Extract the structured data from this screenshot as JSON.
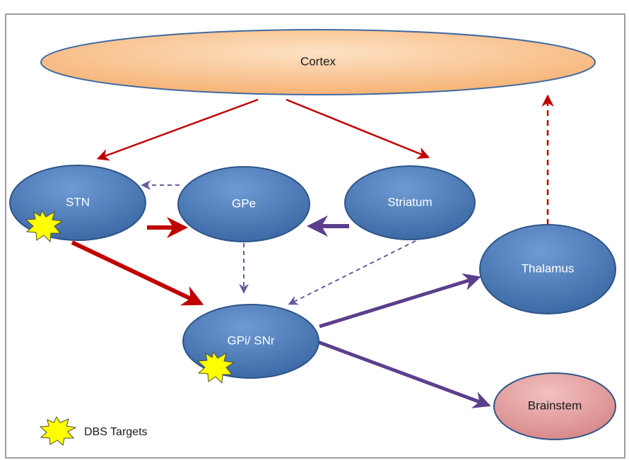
{
  "nodes": {
    "cortex": {
      "label": "Cortex"
    },
    "stn": {
      "label": "STN"
    },
    "gpe": {
      "label": "GPe"
    },
    "striatum": {
      "label": "Striatum"
    },
    "thalamus": {
      "label": "Thalamus"
    },
    "gpi_snr": {
      "label": "GPi/ SNr"
    },
    "brainstem": {
      "label": "Brainstem"
    }
  },
  "legend": {
    "label": "DBS Targets"
  },
  "colors": {
    "cortex_fill": "#f9c38f",
    "node_fill": "#4f81bd",
    "brainstem_fill": "#e6a0a0",
    "excitatory_arrow": "#c00000",
    "inhibitory_arrow": "#5b3f8c",
    "dbs_marker": "#ffff00"
  }
}
